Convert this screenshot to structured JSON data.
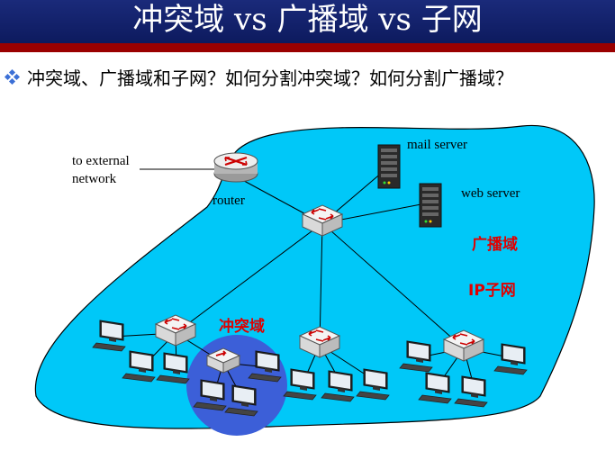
{
  "slide": {
    "title": "冲突域 vs 广播域 vs 子网",
    "question": "冲突域、广播域和子网？如何分割冲突域？如何分割广播域？"
  },
  "diagram": {
    "external_label_line1": "to external",
    "external_label_line2": "network",
    "router_label": "router",
    "mail_server_label": "mail server",
    "web_server_label": "web server",
    "broadcast_domain_label": "广播域",
    "subnet_label": "IP子网",
    "collision_domain_label": "冲突域"
  },
  "colors": {
    "title_bar": "#10206a",
    "title_rule": "#9a0000",
    "lan_fill": "#00c8f8",
    "collision_fill": "#3c5fd8",
    "highlight_text": "#e00000"
  }
}
